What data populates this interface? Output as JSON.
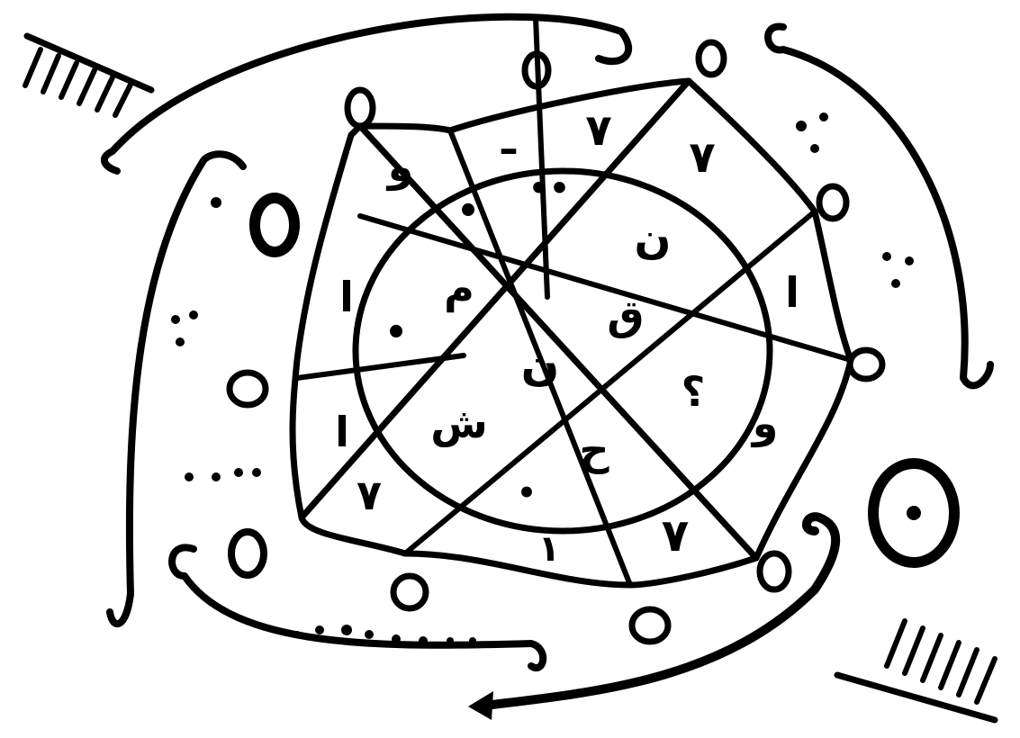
{
  "diagram": {
    "ink_color": "#000000",
    "paper_color": "#ffffff",
    "cells": [
      {
        "id": "c1",
        "glyph": "و"
      },
      {
        "id": "c2",
        "glyph": "ـ"
      },
      {
        "id": "c3",
        "glyph": "٧"
      },
      {
        "id": "c4",
        "glyph": "٧"
      },
      {
        "id": "c5",
        "glyph": "•"
      },
      {
        "id": "c6",
        "glyph": "••"
      },
      {
        "id": "c7",
        "glyph": "ن"
      },
      {
        "id": "c8",
        "glyph": "ا"
      },
      {
        "id": "c9",
        "glyph": "م"
      },
      {
        "id": "c10",
        "glyph": "ا"
      },
      {
        "id": "c11",
        "glyph": "•"
      },
      {
        "id": "c12",
        "glyph": "ن"
      },
      {
        "id": "c13",
        "glyph": "ق"
      },
      {
        "id": "c14",
        "glyph": "؟"
      },
      {
        "id": "c15",
        "glyph": "و"
      },
      {
        "id": "c16",
        "glyph": "ا"
      },
      {
        "id": "c17",
        "glyph": "ش"
      },
      {
        "id": "c18",
        "glyph": "ح"
      },
      {
        "id": "c19",
        "glyph": "٧"
      },
      {
        "id": "c20",
        "glyph": "•"
      },
      {
        "id": "c21",
        "glyph": "١"
      },
      {
        "id": "c22",
        "glyph": "٧"
      }
    ]
  }
}
